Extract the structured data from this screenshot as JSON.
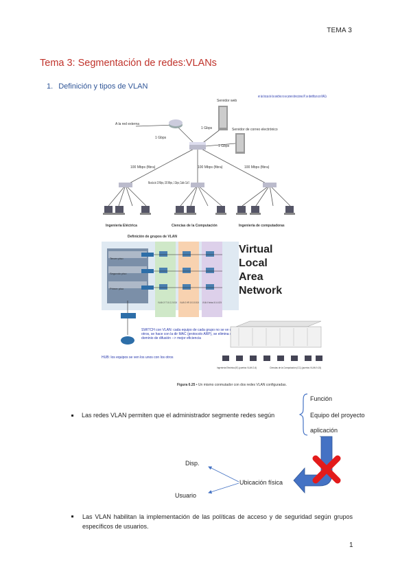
{
  "header": {
    "right_label": "TEMA 3"
  },
  "title": "Tema 3: Segmentación de redes:VLANs",
  "section": {
    "number": "1.",
    "label": "Definición y tipos de VLAN"
  },
  "figure1": {
    "labels": {
      "external": "A la red externa",
      "web_server": "Servidor web",
      "mail_server": "Servidor de correo electrónico",
      "note": "en las bocas de los swiches no se ponen direcciones IP, se identifican con MACs",
      "link_1gbps_a": "1 Gbps",
      "link_1gbps_b": "1 Gbps",
      "link_1gbps_c": "1 Gbps",
      "link_100_a": "100 Mbps (fibra)",
      "link_100_b": "100 Mbps (fibra)",
      "link_100_c": "100 Mbps (fibra)",
      "mix": "Mezcla de 10 Mbps, 100 Mbps, 1 Gbps, Cable Cat 5",
      "dept_1": "Ingeniería Eléctrica",
      "dept_2": "Ciencias de la Computación",
      "dept_3": "Ingeniería de computadoras"
    }
  },
  "figure2": {
    "caption_top": "Definición de grupos de VLAN",
    "floors": [
      "Tercer piso",
      "Segundo piso",
      "Primer piso"
    ],
    "vlan_cols": [
      "VLAN 2 IT 10.2.2.0/24",
      "VLAN 3 HR 10.3.3.0/24",
      "VLAN 4 Ventas 10.4.4.0/24"
    ],
    "vlan_words": [
      "Virtual",
      "Local",
      "Area",
      "Network"
    ],
    "switch_note": "SWITCH con VLAN: cada equipo de cada grupo no se ve con los otros, se hace con la dir MAC (protocolo ARP), se elimina el dominio de difusión --> mejor eficiencia",
    "hub_note": "HUB: los equipos se ven los unos con los otros",
    "lab_left": "Ingeniería Eléctrica (IE) (puertos VLAN 2-8)",
    "lab_right": "Ciencias de la Computación (CC) (puertos VLAN 9-15)",
    "figure_caption_bold": "Figura 6.25",
    "figure_caption": " • Un mismo conmutador con dos redes VLAN configuradas."
  },
  "bullet1": "Las redes VLAN permiten que el administrador segmente redes según",
  "criteria": [
    "Función",
    "Equipo del proyecto",
    "aplicación"
  ],
  "location": {
    "center": "Ubicación física",
    "top": "Disp.",
    "bottom": "Usuario"
  },
  "bullet2": "Las VLAN habilitan la implementación de las políticas de acceso y de seguridad según grupos específicos de usuarios.",
  "page_number": "1",
  "colors": {
    "title": "#c0332b",
    "subtitle": "#2f5597",
    "arrow": "#4472c4",
    "cross": "#e31b1b"
  }
}
